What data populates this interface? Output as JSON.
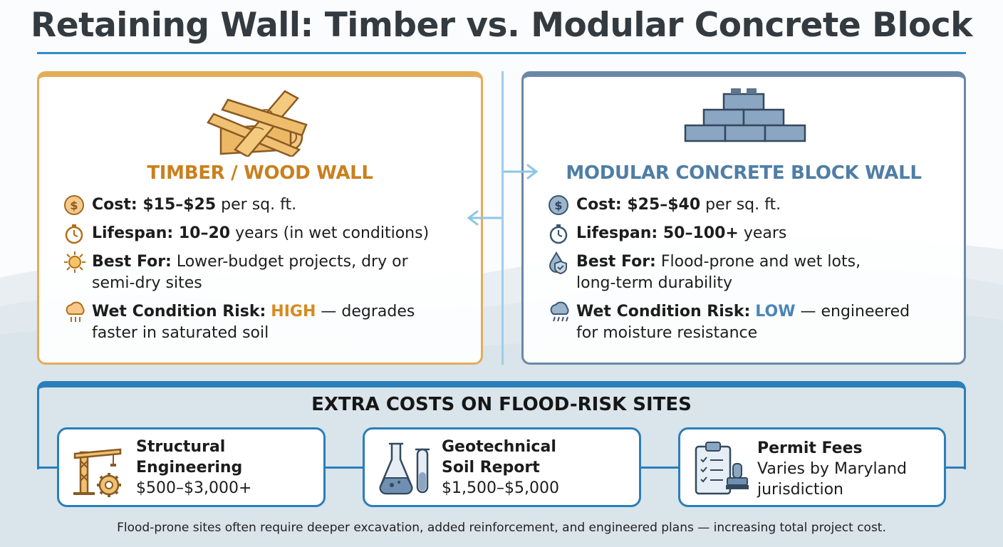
{
  "title": "Retaining Wall: Timber vs. Modular Concrete Block",
  "colors": {
    "timber_accent": "#e3ac57",
    "timber_heading": "#c9801e",
    "concrete_accent": "#6a88a6",
    "concrete_heading": "#4f7ea6",
    "rule_blue": "#2a7fba"
  },
  "timber": {
    "illustration": "wood-planks-logs-illustration",
    "heading": "TIMBER / WOOD WALL",
    "cost_label": "Cost: $15–$25",
    "cost_value": " per sq. ft.",
    "lifespan_label": "Lifespan: 10–20",
    "lifespan_value": " years (in wet conditions)",
    "bestfor_label": "Best For:",
    "bestfor_value": " Lower-budget projects, dry or semi-dry sites",
    "risk_label": "Wet Condition Risk:",
    "risk_level": "HIGH",
    "risk_value": " — degrades faster in saturated soil",
    "icons": [
      "dollar-coin-icon",
      "stopwatch-icon",
      "sun-icon",
      "rain-cloud-icon"
    ]
  },
  "concrete": {
    "illustration": "concrete-blocks-illustration",
    "heading": "MODULAR CONCRETE BLOCK WALL",
    "cost_label": "Cost: $25–$40",
    "cost_value": " per sq. ft.",
    "lifespan_label": "Lifespan: 50–100+",
    "lifespan_value": " years",
    "bestfor_label": "Best For:",
    "bestfor_value": " Flood-prone and wet lots, long-term durability",
    "risk_label": "Wet Condition Risk:",
    "risk_level": "LOW",
    "risk_value": " — engineered for moisture resistance",
    "icons": [
      "dollar-coin-icon",
      "stopwatch-icon",
      "water-drop-shield-icon",
      "rain-cloud-icon"
    ]
  },
  "extra": {
    "title": "EXTRA COSTS ON FLOOD-RISK SITES",
    "cards": [
      {
        "icon": "crane-gear-icon",
        "title_line1": "Structural",
        "title_line2": "Engineering",
        "value": "$500–$3,000+"
      },
      {
        "icon": "lab-flask-icon",
        "title_line1": "Geotechnical",
        "title_line2": "Soil Report",
        "value": "$1,500–$5,000"
      },
      {
        "icon": "clipboard-stamp-icon",
        "title_line1": "Permit Fees",
        "value_line1": "Varies by Maryland",
        "value_line2": "jurisdiction"
      }
    ]
  },
  "footnote": "Flood-prone sites often require deeper excavation, added reinforcement, and engineered plans — increasing total project cost."
}
